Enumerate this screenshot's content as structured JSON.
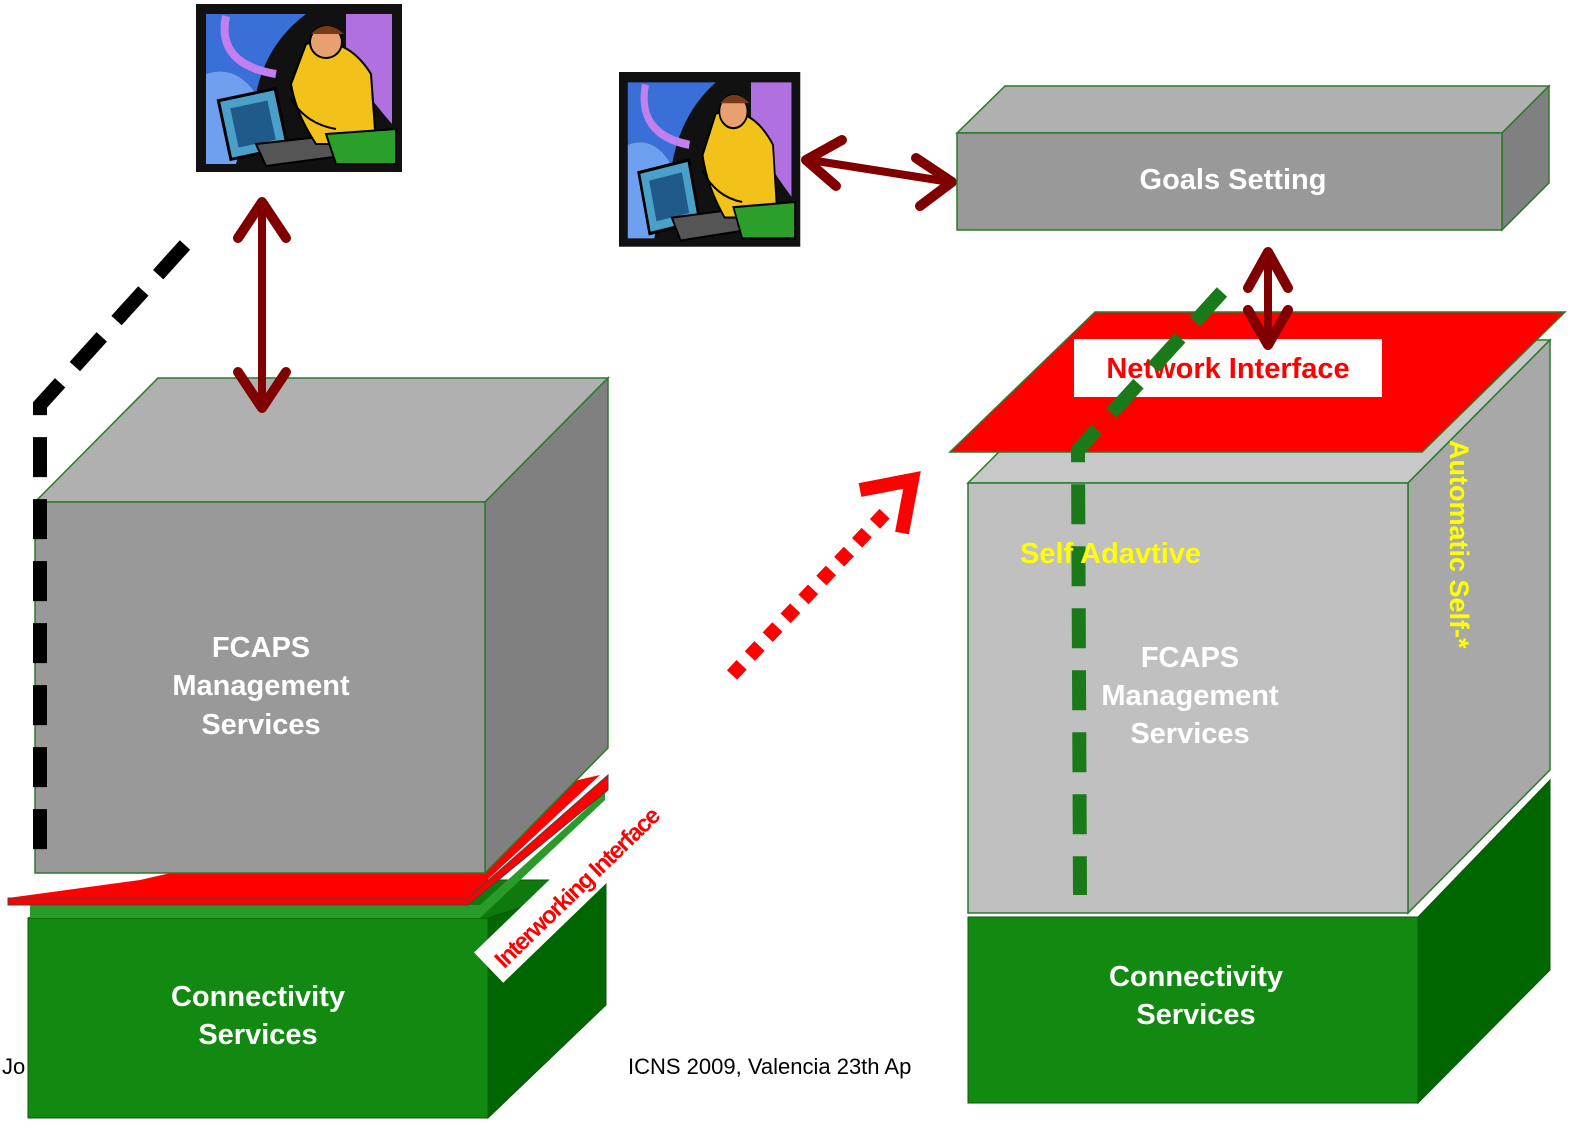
{
  "left": {
    "fcaps_lines": [
      "FCAPS",
      "Management",
      "Services"
    ],
    "connectivity_lines": [
      "Connectivity",
      "Services"
    ],
    "interworking_label": "Interworking Interface"
  },
  "right": {
    "goals_label": "Goals Setting",
    "network_interface_label": "Network Interface",
    "self_adaptive_label": "Self Adavtive",
    "automatic_label": "Automatic Self-*",
    "fcaps_lines": [
      "FCAPS",
      "Management",
      "Services"
    ],
    "connectivity_lines": [
      "Connectivity",
      "Services"
    ]
  },
  "footer": {
    "left_text": "Jo",
    "center_text": "ICNS 2009, Valencia 23th Ap"
  },
  "colors": {
    "box_front": "#999999",
    "box_side": "#808080",
    "box_top": "#b0b0b0",
    "right_box_front": "#c0c0c0",
    "green_front": "#128a12",
    "green_side": "#006600",
    "interface_red": "#ff0000",
    "arrow_dark_red": "#800000",
    "label_yellow": "#ffff00",
    "dashed_green": "#1a7a1a"
  },
  "icons": [
    "person-at-computer-clipart"
  ]
}
